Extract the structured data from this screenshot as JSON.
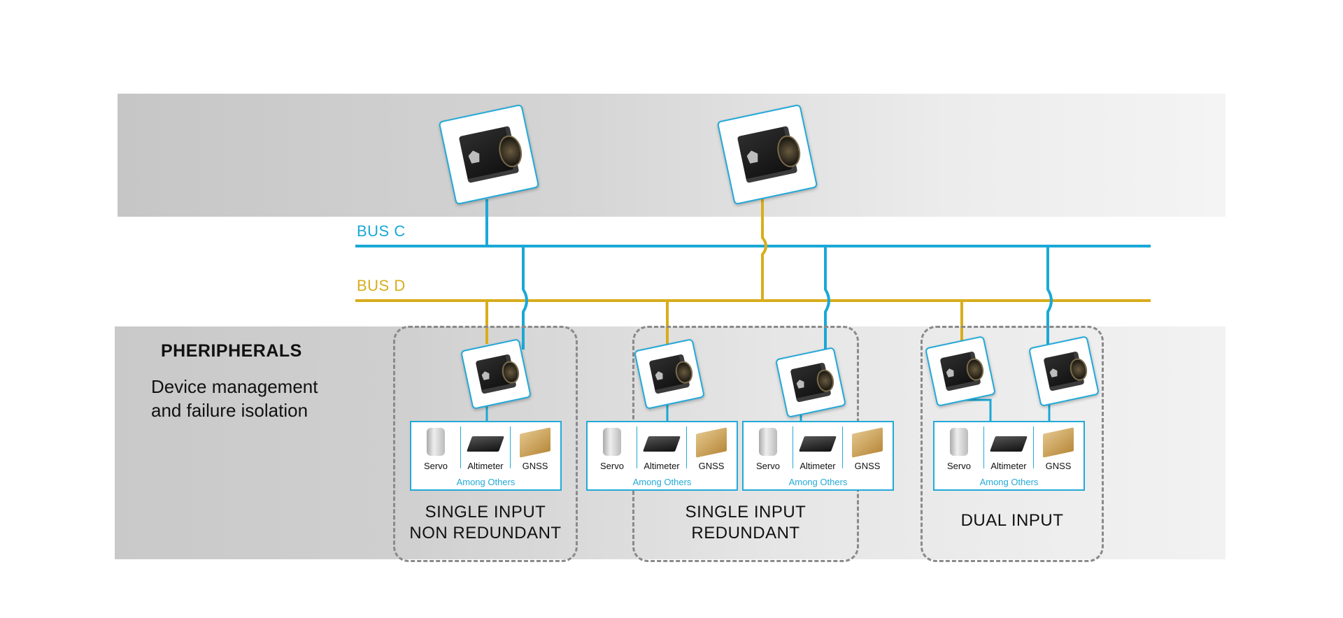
{
  "buses": {
    "bus_c": {
      "label": "BUS C",
      "color": "#1aa8d6"
    },
    "bus_d": {
      "label": "BUS D",
      "color": "#d8ad1d"
    }
  },
  "peripherals": {
    "title": "PHERIPHERALS",
    "description_line1": "Device management",
    "description_line2": "and failure isolation"
  },
  "groups": [
    {
      "label_line1": "SINGLE INPUT",
      "label_line2": "NON REDUNDANT"
    },
    {
      "label_line1": "SINGLE INPUT",
      "label_line2": "REDUNDANT"
    },
    {
      "label_line1": "DUAL INPUT",
      "label_line2": ""
    }
  ],
  "device_boxes": [
    {
      "devices": [
        "Servo",
        "Altimeter",
        "GNSS"
      ],
      "footer": "Among Others"
    },
    {
      "devices": [
        "Servo",
        "Altimeter",
        "GNSS"
      ],
      "footer": "Among Others"
    },
    {
      "devices": [
        "Servo",
        "Altimeter",
        "GNSS"
      ],
      "footer": "Among Others"
    },
    {
      "devices": [
        "Servo",
        "Altimeter",
        "GNSS"
      ],
      "footer": "Among Others"
    }
  ],
  "colors": {
    "accent_blue": "#23a9d8",
    "bus_yellow": "#d8ad1d",
    "dash_gray": "#8a8a8a"
  },
  "icons": [
    "computer-unit-icon",
    "servo-icon",
    "altimeter-icon",
    "gnss-icon"
  ]
}
